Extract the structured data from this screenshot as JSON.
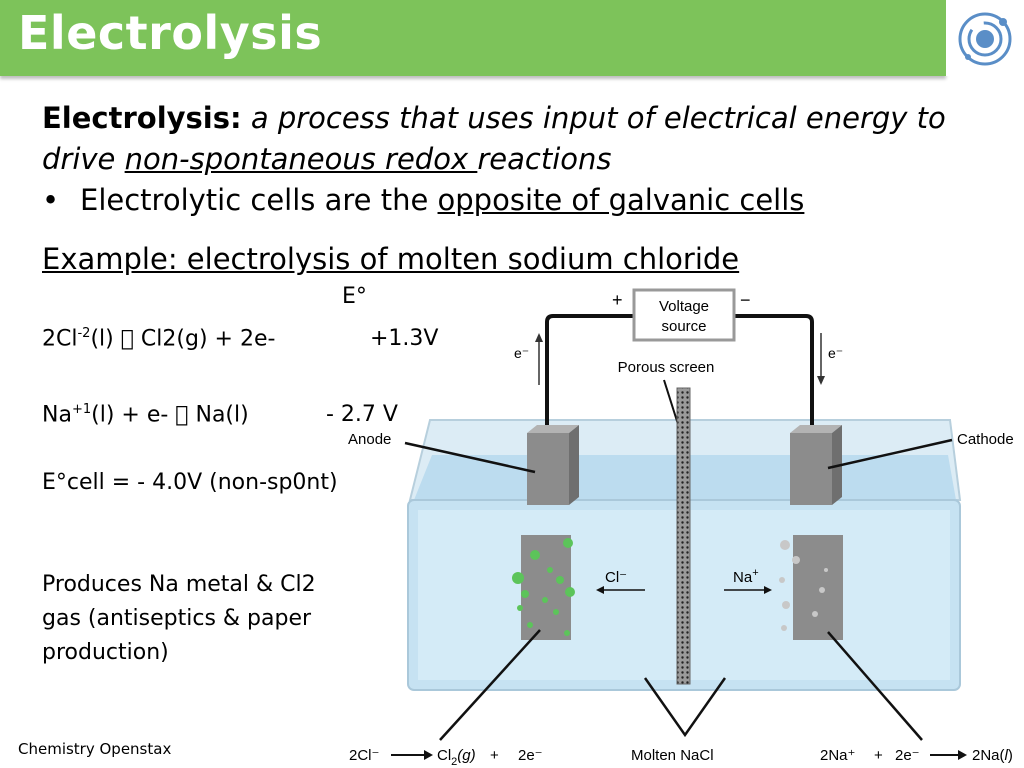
{
  "slide": {
    "title": "Electrolysis",
    "logo_icon": "atom-logo-icon",
    "accent_color": "#7dc35a"
  },
  "definition": {
    "term": "Electrolysis:",
    "text_part1": " a process that uses input of electrical energy to drive ",
    "underlined": "non-spontaneous redox ",
    "text_part2": "reactions"
  },
  "bullet": {
    "text": "Electrolytic cells are the ",
    "underlined": "opposite of galvanic cells"
  },
  "example_heading": "Example: electrolysis of molten sodium chloride",
  "potentials": {
    "header": "E°",
    "reaction1": {
      "left": "2Cl",
      "charge": "-2",
      "right": "(l)  Cl2(g) + 2e-",
      "value": "+1.3V"
    },
    "reaction2": {
      "left": "Na",
      "charge": "+1",
      "right": "(l) + e-  Na(l)",
      "value": "- 2.7 V"
    },
    "cell": "E°cell = - 4.0V (non-sp0nt)"
  },
  "products": "Produces Na metal & Cl2 gas (antiseptics & paper production)",
  "credit": "Chemistry Openstax",
  "diagram": {
    "plus": "+",
    "minus": "−",
    "voltage_line1": "Voltage",
    "voltage_line2": "source",
    "e_left": "e⁻",
    "e_right": "e⁻",
    "porous": "Porous screen",
    "anode": "Anode",
    "cathode": "Cathode",
    "cl_ion": "Cl⁻",
    "na_ion": "Na",
    "na_ion_sup": "+",
    "eq_left": "2Cl⁻",
    "eq_left_prod": "Cl",
    "eq_left_sub": "2",
    "eq_left_state": "(g)",
    "eq_left_plus": "+",
    "eq_left_e": "2e⁻",
    "molten": "Molten NaCl",
    "eq_right_na": "2Na⁺",
    "eq_right_plus": "+",
    "eq_right_e": "2e⁻",
    "eq_right_prod": "2Na(",
    "eq_right_state": "l",
    "eq_right_close": ")"
  }
}
